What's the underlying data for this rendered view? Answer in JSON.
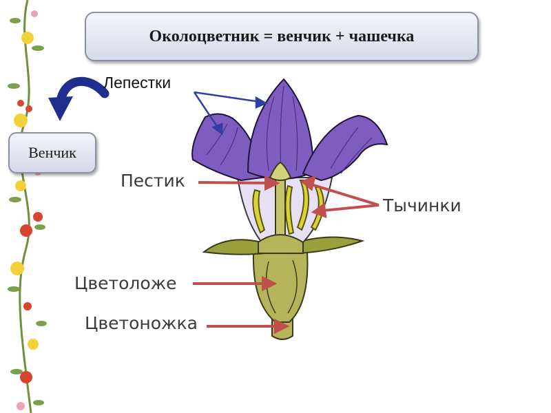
{
  "title": "Околоцветник = венчик + чашечка",
  "corolla_box": {
    "label": "Венчик"
  },
  "labels": {
    "petals": "Лепестки",
    "pistil": "Пестик",
    "stamens": "Тычинки",
    "receptacle": "Цветоложе",
    "pedicel": "Цветоножка"
  },
  "colors": {
    "petal": "#7e5cc0",
    "petal_vein": "#4a2f7a",
    "sepal": "#9aa03c",
    "receptacle": "#b5b45a",
    "arrow_red": "#c0504d",
    "arrow_blue": "#2f3fa3",
    "curved_arrow": "#1f2e8c"
  },
  "icons": [
    "curved-arrow-icon",
    "flower-border-decoration"
  ]
}
